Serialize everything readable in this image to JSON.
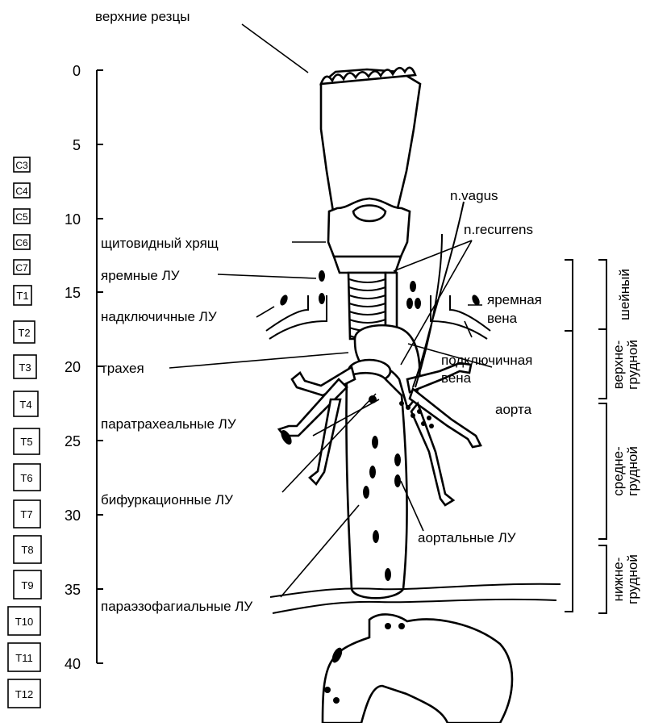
{
  "scale": {
    "ticks": [
      "0",
      "5",
      "10",
      "15",
      "20",
      "25",
      "30",
      "35",
      "40"
    ]
  },
  "vertebrae": [
    "C3",
    "C4",
    "C5",
    "C6",
    "C7",
    "T1",
    "T2",
    "T3",
    "T4",
    "T5",
    "T6",
    "T7",
    "T8",
    "T9",
    "T10",
    "T11",
    "T12"
  ],
  "labels": {
    "upper_incisors": "верхние резцы",
    "thyroid_cartilage": "щитовидный хрящ",
    "jugular_nodes": "яремные ЛУ",
    "supraclavicular_nodes": "надключичные ЛУ",
    "trachea": "трахея",
    "paratracheal_nodes": "паратрахеальные ЛУ",
    "bifurcation_nodes": "бифуркационные ЛУ",
    "paraesophageal_nodes": "параэзофагиальные ЛУ",
    "n_vagus": "n.vagus",
    "n_recurrens": "n.recurrens",
    "jugular_vein_1": "яремная",
    "jugular_vein_2": "вена",
    "subclavian_vein_1": "подключичная",
    "subclavian_vein_2": "вена",
    "aorta": "аорта",
    "aortic_nodes": "аортальные ЛУ"
  },
  "sections": {
    "cervical": "шейный",
    "upper_thoracic_1": "верхне-",
    "upper_thoracic_2": "грудной",
    "middle_thoracic_1": "средне-",
    "middle_thoracic_2": "грудной",
    "lower_thoracic_1": "нижне-",
    "lower_thoracic_2": "грудной"
  }
}
